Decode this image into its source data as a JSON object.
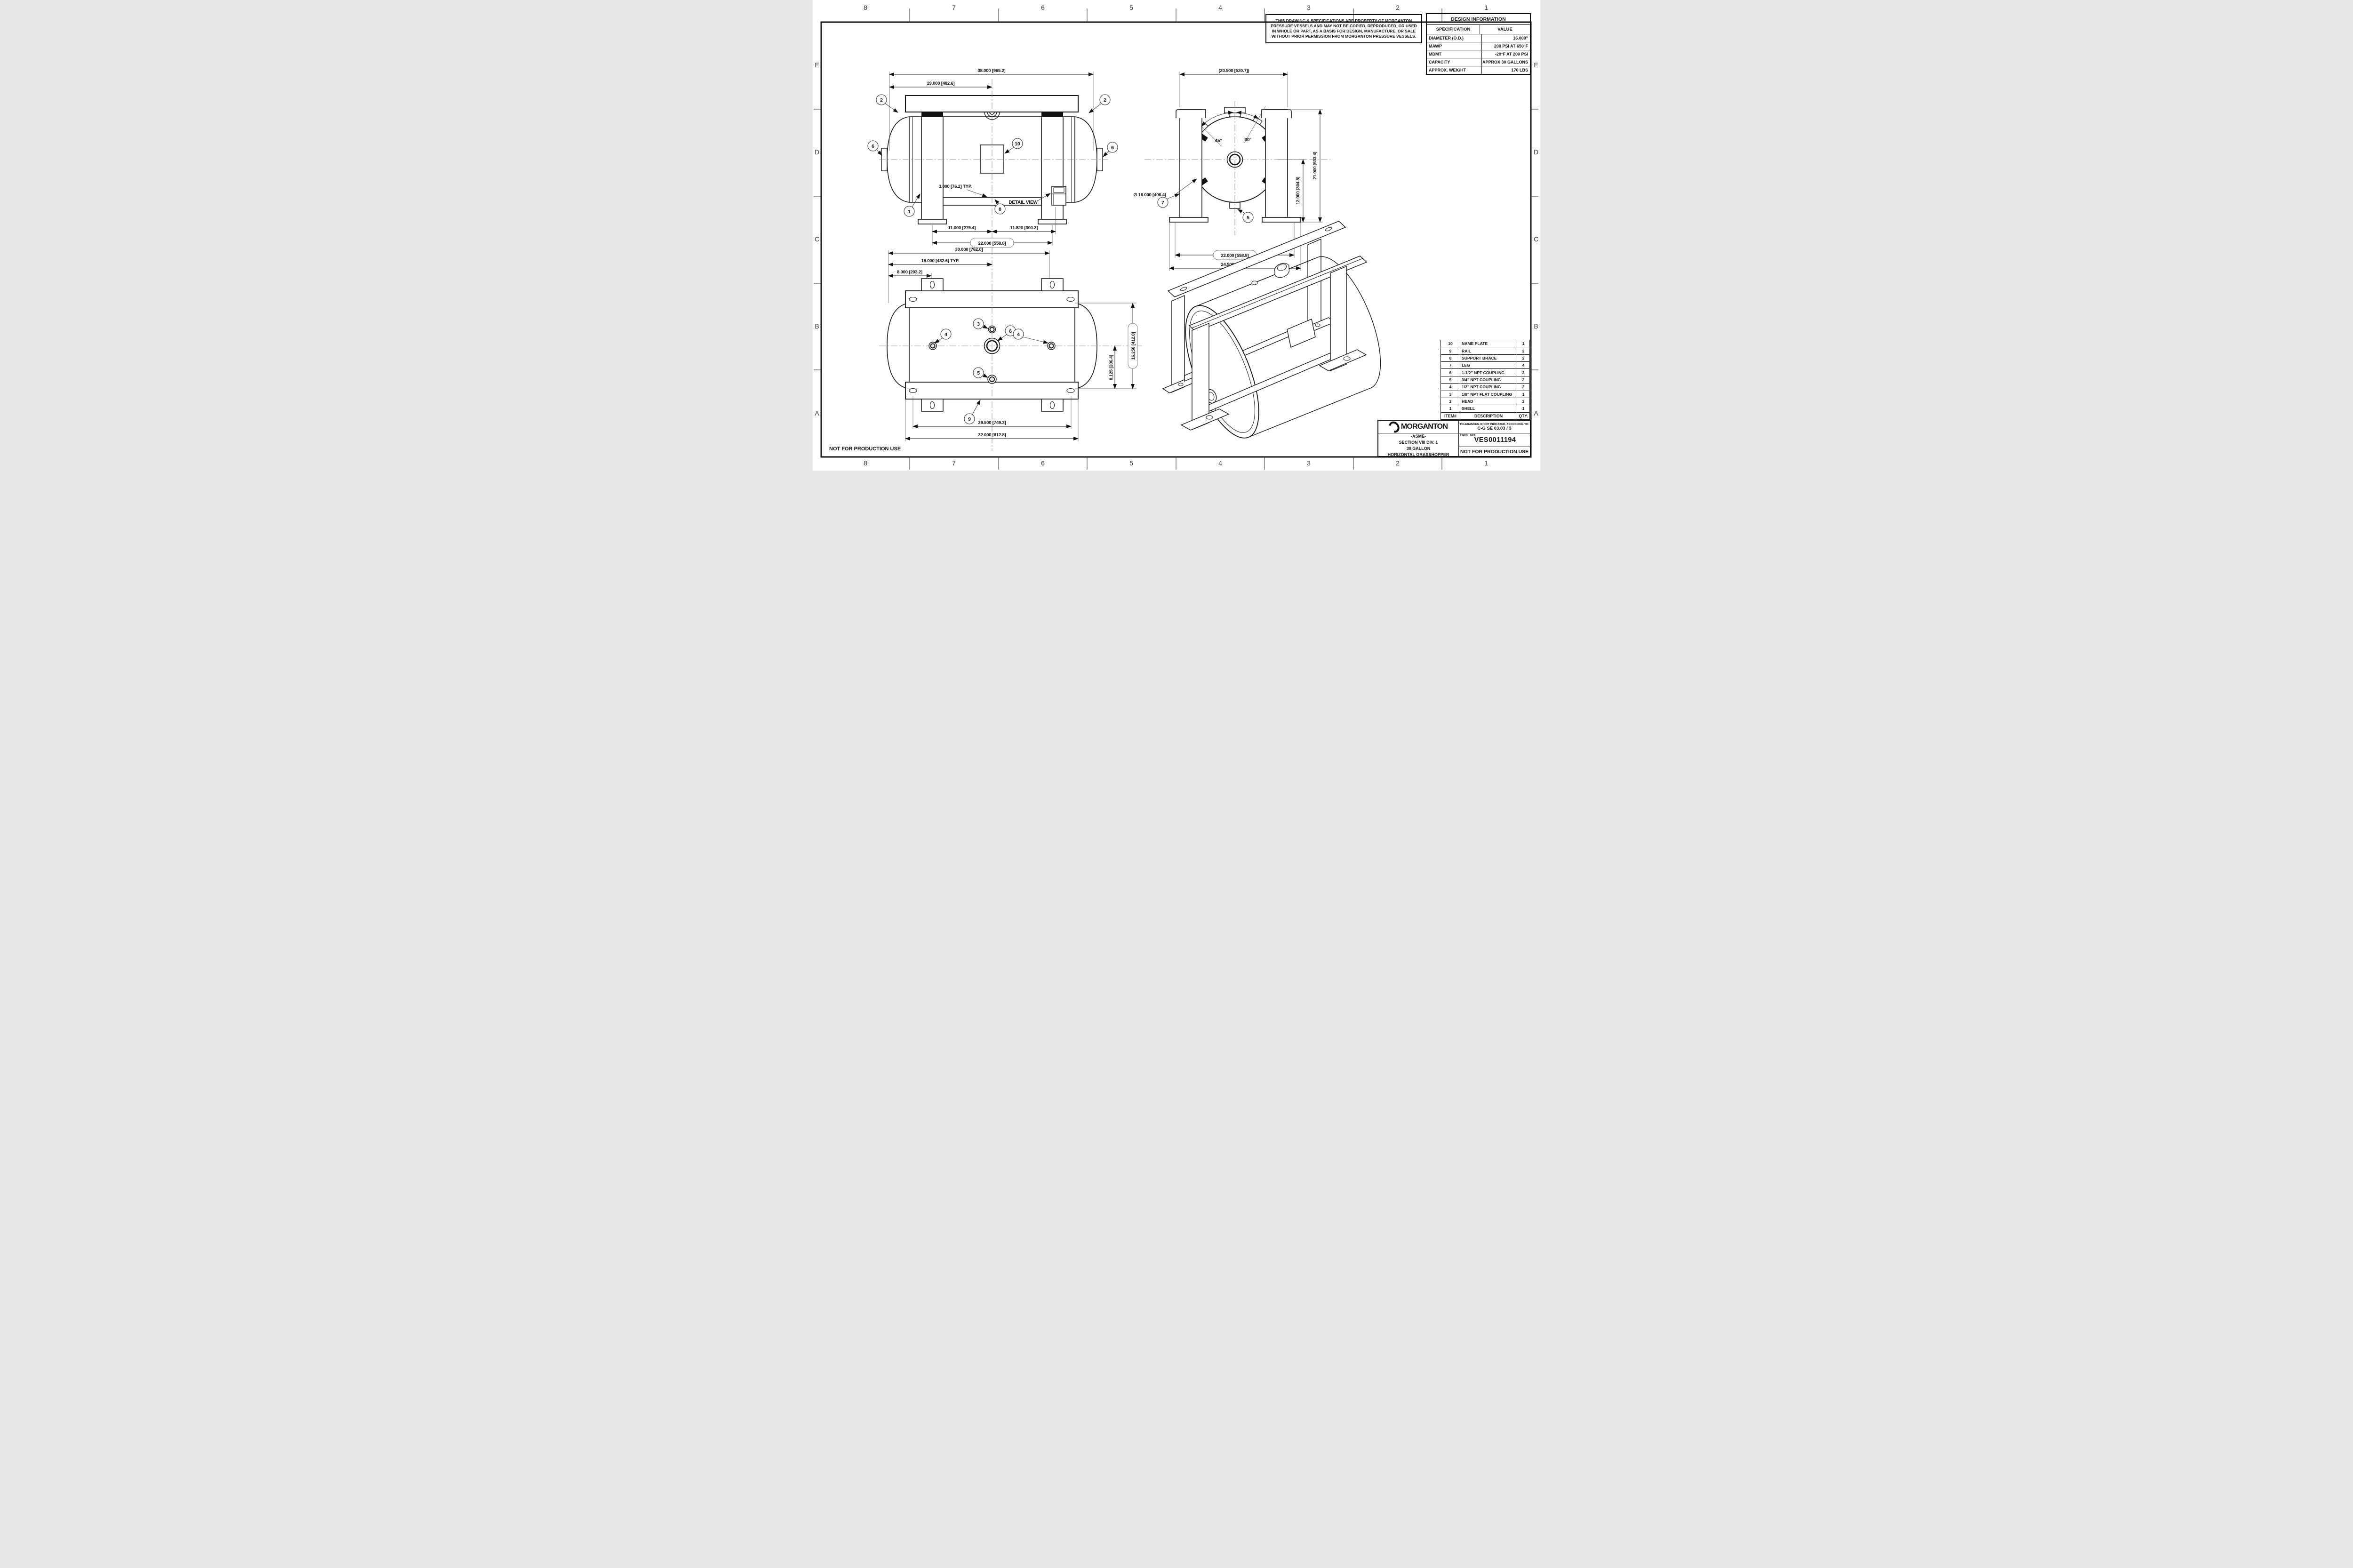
{
  "sheet": {
    "footer_note": "NOT FOR PRODUCTION USE"
  },
  "grid": {
    "cols": [
      "8",
      "7",
      "6",
      "5",
      "4",
      "3",
      "2",
      "1"
    ],
    "rows": [
      "E",
      "D",
      "C",
      "B",
      "A"
    ]
  },
  "notice": {
    "lines": [
      "THIS DRAWING & SPECIFICATIONS ARE PROPERTY OF MORGANTON",
      "PRESSURE VESSELS AND MAY NOT BE COPIED, REPRODUCED,  OR USED",
      "IN WHOLE OR PART, AS A BASIS FOR DESIGN, MANUFACTURE, OR SALE",
      "WITHOUT PRIOR PERMISSION FROM MORGANTON PRESSURE VESSELS."
    ]
  },
  "design_info": {
    "title": "DESIGN INFORMATION",
    "headers": {
      "spec": "SPECIFICATION",
      "value": "VALUE"
    },
    "rows": [
      {
        "spec": "DIAMETER (O.D.)",
        "value": "16.000\""
      },
      {
        "spec": "MAWP",
        "value": "200 PSI AT 650°F"
      },
      {
        "spec": "MDMT",
        "value": "-20°F AT 200 PSI"
      },
      {
        "spec": "CAPACITY",
        "value": "APPROX 30 GALLONS"
      },
      {
        "spec": "APPROX. WEIGHT",
        "value": "170 LBS"
      }
    ]
  },
  "parts_list": {
    "headers": {
      "item": "ITEM#",
      "description": "DESCRIPTION",
      "qty": "QTY."
    },
    "rows": [
      {
        "item": "10",
        "desc": "NAME PLATE",
        "qty": "1"
      },
      {
        "item": "9",
        "desc": "RAIL",
        "qty": "2"
      },
      {
        "item": "8",
        "desc": "SUPPORT BRACE",
        "qty": "2"
      },
      {
        "item": "7",
        "desc": "LEG",
        "qty": "4"
      },
      {
        "item": "6",
        "desc": "1-1/2\" NPT COUPLING",
        "qty": "3"
      },
      {
        "item": "5",
        "desc": "3/4\" NPT COUPLING",
        "qty": "2"
      },
      {
        "item": "4",
        "desc": "1/2\" NPT COUPLING",
        "qty": "2"
      },
      {
        "item": "3",
        "desc": "1/8\" NPT FLAT COUPLING",
        "qty": "1"
      },
      {
        "item": "2",
        "desc": "HEAD",
        "qty": "2"
      },
      {
        "item": "1",
        "desc": "SHELL",
        "qty": "1"
      }
    ]
  },
  "title_block": {
    "brand": "MORGANTON",
    "tolerances_label": "TOLERANCES, IF NOT INDICATED, ACCORDING TO:",
    "tolerances_value": "C-G SE 03.03 / 3",
    "desc_lines": [
      "-ASME-",
      "SECTION VIII DIV. 1",
      "30 GALLON",
      "HORIZONTAL GRASSHOPPER"
    ],
    "dwg_label": "DWG. NO.",
    "dwg_number": "VES0011194",
    "production_note": "NOT FOR PRODUCTION USE"
  },
  "views": {
    "front": {
      "dim_38": "38.000 [965.2]",
      "dim_19": "19.000 [482.6]",
      "dim_3": "3.000 [76.2] TYP.",
      "dim_11": "11.000 [279.4]",
      "dim_11_82": "11.820 [300.2]",
      "dim_22": "22.000 [558.8]",
      "detail_label": "DETAIL VIEW",
      "balloons": {
        "head_left": "2",
        "head_right": "2",
        "coupling_left": "6",
        "coupling_right": "6",
        "name_plate": "10",
        "shell": "1",
        "support_brace": "8"
      }
    },
    "end": {
      "dim_20_5": "(20.500 [520.7])",
      "angle_45": "45°",
      "angle_30": "30°",
      "dim_dia": "∅ 16.000 [406.4]",
      "dim_21": "21.000 [533.4]",
      "dim_12": "12.000 [304.8]",
      "dim_22": "22.000 [558.8]",
      "dim_24_5": "24.500 [622.3]",
      "balloons": {
        "leg": "7",
        "bottom_coupling": "5"
      }
    },
    "bottom": {
      "dim_30": "30.000 [762.0]",
      "dim_19": "19.000 [482.6] TYP.",
      "dim_8": "8.000 [203.2]",
      "dim_29_5": "29.500 [749.3]",
      "dim_32": "32.000 [812.8]",
      "dim_16_25": "16.250 [412.8]",
      "dim_8_125": "8.125 [206.4]",
      "balloons": {
        "flat_coupling": "3",
        "coupling_left": "4",
        "center_coupling": "6",
        "coupling_right": "4",
        "bottom_coupling": "5",
        "rail": "9"
      }
    }
  }
}
